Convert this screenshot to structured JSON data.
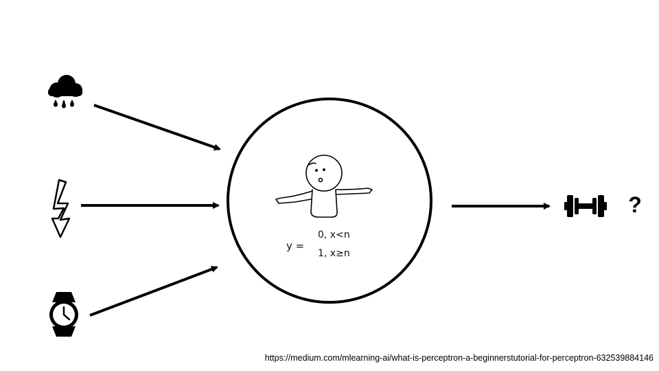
{
  "formula": {
    "lhs": "y =",
    "case1": "0,  x<n",
    "case2": "1,  x≥n"
  },
  "output_symbol": "?",
  "source_url": "https://medium.com/mlearning-ai/what-is-perceptron-a-beginnerstutorial-for-perceptron-632539884146",
  "icons": {
    "inputs": [
      "rain-cloud-icon",
      "lightning-icon",
      "wristwatch-icon"
    ],
    "center": "person-figure",
    "output": "dumbbell-icon"
  }
}
